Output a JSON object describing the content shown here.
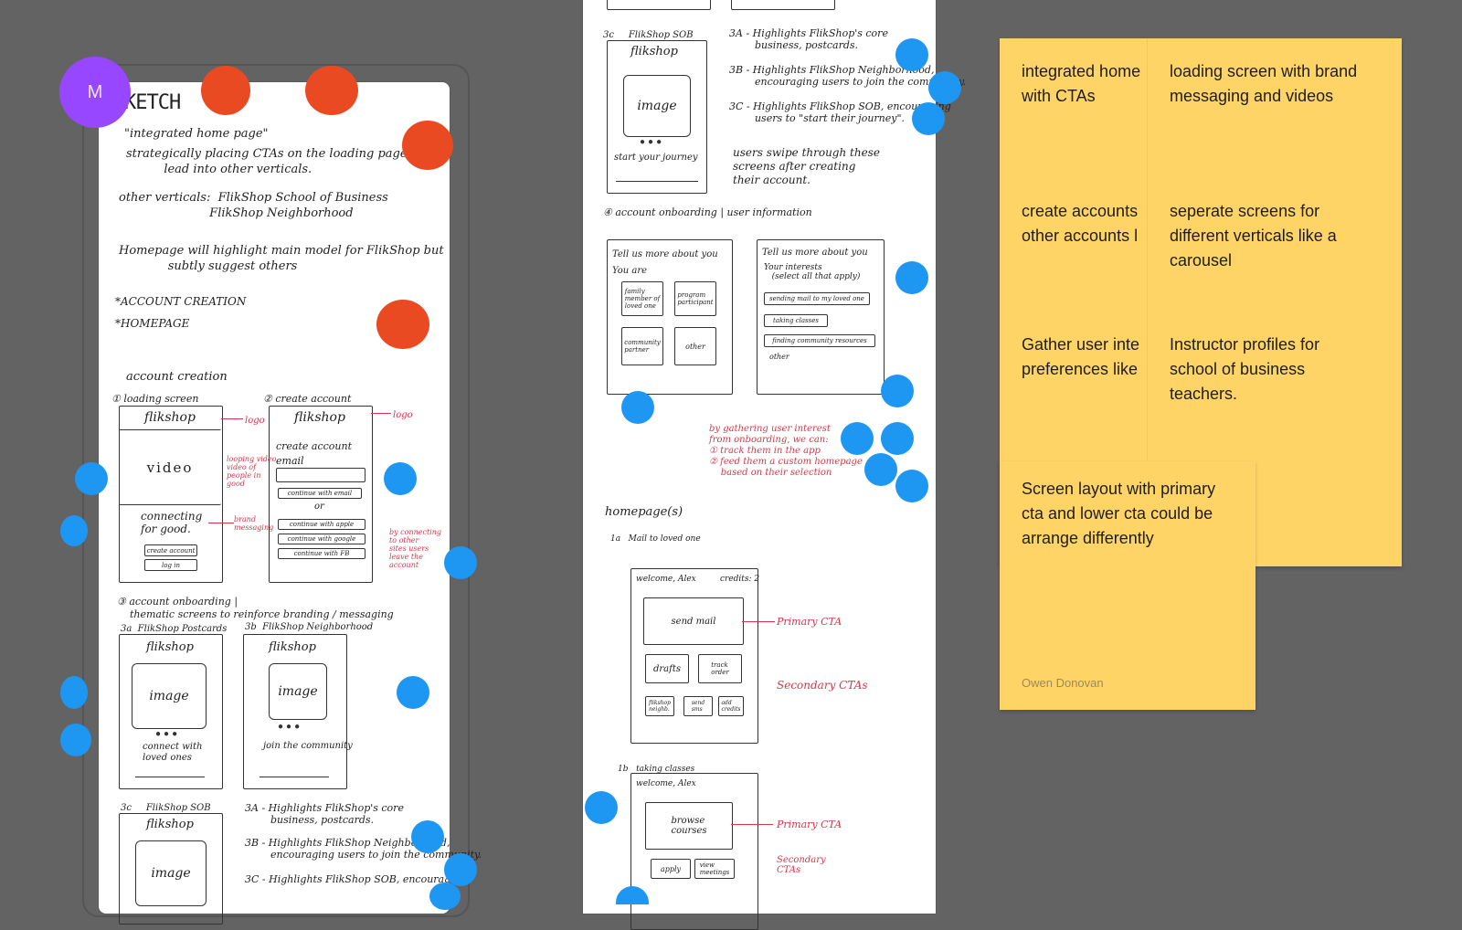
{
  "avatar": {
    "initial": "M"
  },
  "sketch_left": {
    "title": "KETCH",
    "lines": {
      "l1": "\"integrated home page\"",
      "l2": "strategically placing CTAs on the loading page to\n          lead into other verticals.",
      "l3": "other verticals:  FlikShop School of Business\n                        FlikShop Neighborhood",
      "l4": "Homepage will highlight main model for FlikShop but\n             subtly suggest others",
      "l5": "*ACCOUNT CREATION",
      "l6": "*HOMEPAGE",
      "l7": "account creation",
      "l8": "① loading screen",
      "l9": "② create account",
      "l10": "③ account onboarding |\n    thematic screens to reinforce branding / messaging",
      "l11": "3a  FlikShop Postcards",
      "l12": "3b  FlikShop Neighborhood",
      "l13": "3c     FlikShop SOB",
      "l14": "3A - Highlights FlikShop's core\n        business, postcards.",
      "l15": "3B - Highlights FlikShop Neighborhood,\n        encouraging users to join the community.",
      "l16": "3C - Highlights FlikShop SOB, encouraging"
    },
    "wires": {
      "flikshop": "flikshop",
      "video": "video",
      "connecting": "connecting\nfor good.",
      "create_account": "create account",
      "email": "email",
      "continue_email": "continue with email",
      "or": "or",
      "continue_apple": "continue with apple",
      "continue_google": "continue with google",
      "continue_fb": "continue with FB",
      "create_account_btn": "create account",
      "login": "log in",
      "image": "image",
      "image2": "image",
      "image3": "image",
      "connect_loved": "connect with\nloved ones",
      "join_community": "join the community"
    },
    "red_notes": {
      "logo": "logo",
      "logo2": "logo",
      "loop": "looping video\nvideo of\npeople in\ngood",
      "brand": "brand\nmessaging",
      "sso": "by connecting\nto other\nsites users\nleave the\naccount"
    }
  },
  "sketch_right": {
    "lines": {
      "r1": "3c     FlikShop SOB",
      "r2": "3A - Highlights FlikShop's core\n        business, postcards.",
      "r3": "3B - Highlights FlikShop Neighborhood,\n        encouraging users to join the community.",
      "r4": "3C - Highlights FlikShop SOB, encouraging\n        users to \"start their journey\".",
      "r5": "users swipe through these\nscreens after creating\ntheir account.",
      "r6": "④ account onboarding | user information",
      "r7": "Tell us more about you",
      "r8": "You are",
      "r9": "Tell us more about you",
      "r10": "Your interests\n   (select all that apply)",
      "r11": "homepage(s)",
      "r12": "1a   Mail to loved one",
      "r13": "welcome, Alex",
      "r14": "credits: 2",
      "r15": "1b   taking classes",
      "r16": "welcome, Alex"
    },
    "wires": {
      "flikshop": "flikshop",
      "image": "image",
      "start_journey": "start your journey",
      "family": "family\nmember of\nloved one",
      "program": "program\nparticipant",
      "community": "community\npartner",
      "other": "other",
      "sending_mail": "sending mail to my loved one",
      "taking_classes": "taking classes",
      "finding_resources": "finding community resources",
      "other2": "other",
      "send_mail": "send mail",
      "drafts": "drafts",
      "track_order": "track\norder",
      "flikshop_neighbor": "flikshop\nneighb.",
      "send_sms": "send\nsms",
      "add_credits": "add\ncredits",
      "browse_courses": "browse\ncourses",
      "apply": "apply",
      "view_meetings": "view\nmeetings"
    },
    "red_notes": {
      "interest": "by gathering user interest\nfrom onboarding, we can:\n① track them in the app\n② feed them a custom homepage\n    based on their selection",
      "primary_cta": "Primary CTA",
      "secondary_ctas": "Secondary CTAs",
      "primary_cta2": "Primary CTA",
      "secondary_ctas2": "Secondary\nCTAs"
    }
  },
  "stickies": {
    "n1": "integrated home\nwith CTAs",
    "n2": "loading screen with brand\nmessaging and videos",
    "n3": "create accounts\nother accounts l",
    "n4": "seperate screens for\ndifferent verticals like a\ncarousel",
    "n5": "Gather user inte\npreferences like",
    "n6": "Instructor profiles for\nschool of business\nteachers.",
    "n7": "Screen layout with primary\ncta and lower cta could be\narrange differently",
    "author": "Owen Donovan"
  },
  "colors": {
    "canvas": "#636363",
    "sticky": "#ffd466",
    "cursor_blue": "#1e97f3",
    "cursor_red": "#ea4a22",
    "avatar": "#9747ff",
    "annotation_red": "#d9364b"
  }
}
